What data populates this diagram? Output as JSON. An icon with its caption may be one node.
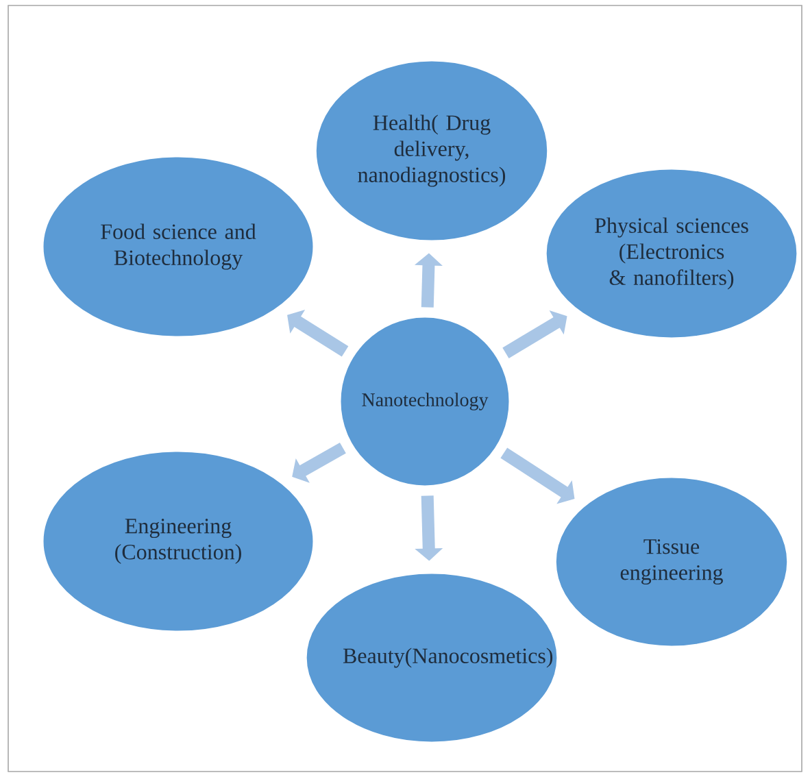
{
  "diagram": {
    "nodes": [
      {
        "text": [
          "Health( Drug delivery, nanodiagnostics)"
        ]
      },
      {
        "text": [
          "Food science and Biotechnology"
        ]
      },
      {
        "text": [
          "Physical sciences (Electronics & nanofilters)"
        ]
      },
      {
        "text": [
          "Nanotechnology"
        ]
      },
      {
        "text": [
          "Engineering (Construction)"
        ]
      },
      {
        "text": [
          "Tissue engineering"
        ]
      },
      {
        "text": [
          "Beauty(Nanocosmetics)"
        ]
      }
    ],
    "edges": [
      {
        "from": 3,
        "to": 0,
        "arrow": "to"
      },
      {
        "from": 3,
        "to": 2,
        "arrow": "to"
      },
      {
        "from": 3,
        "to": 5,
        "arrow": "to"
      },
      {
        "from": 3,
        "to": 6,
        "arrow": "to"
      },
      {
        "from": 3,
        "to": 4,
        "arrow": "to"
      },
      {
        "from": 3,
        "to": 1,
        "arrow": "to"
      }
    ]
  }
}
